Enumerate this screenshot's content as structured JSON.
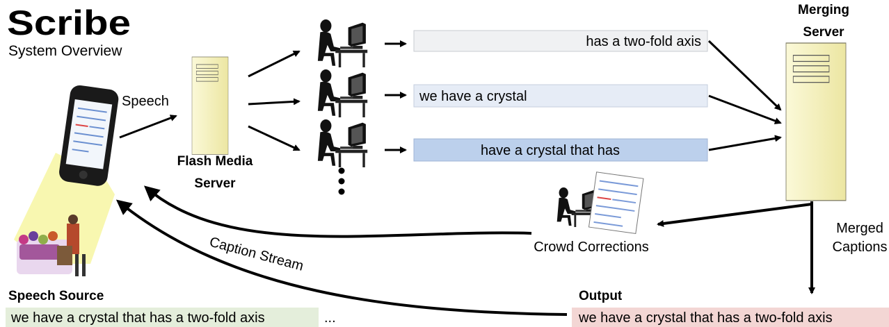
{
  "title": "Scribe",
  "subtitle": "System Overview",
  "labels": {
    "speech": "Speech",
    "flash_server": [
      "Flash Media",
      "Server"
    ],
    "merging_server": [
      "Merging",
      "Server"
    ],
    "crowd_corrections": "Crowd Corrections",
    "merged_captions": [
      "Merged",
      "Captions"
    ],
    "caption_stream": "Caption Stream",
    "speech_source": "Speech Source",
    "output": "Output"
  },
  "worker_captions": [
    "has a two-fold axis",
    "we have a crystal",
    "have a crystal that has"
  ],
  "speech_source_text": "we have a crystal that has a two-fold axis",
  "speech_source_ellipsis": "...",
  "output_text": "we have a crystal that has a two-fold axis",
  "colors": {
    "caption_box_1": "#f0f1f3",
    "caption_box_2": "#e6ecf6",
    "caption_box_3": "#bcd0ec",
    "source_highlight": "#e4eedb",
    "output_highlight": "#f3d6d4",
    "server_fill": "#f8f5c8",
    "phone_glow": "#f8f7b0"
  }
}
